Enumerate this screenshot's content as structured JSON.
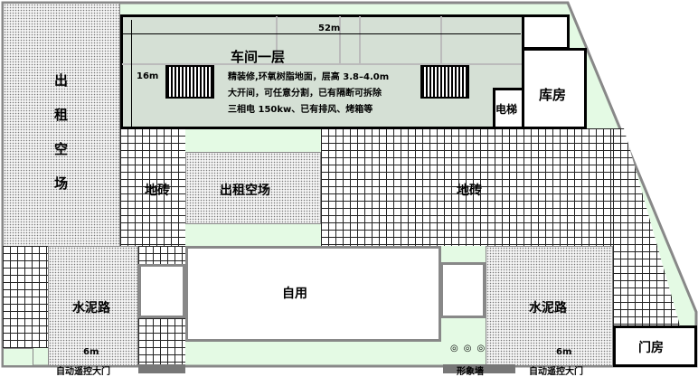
{
  "workshop": {
    "title": "车间一层",
    "width": "52m",
    "depth": "16m",
    "desc": [
      "精装修,环氧树脂地面，层高 3.8–4.0m",
      "大开间，可任意分割，已有隔断可拆除",
      "三相电 150kw、已有排风、烤箱等"
    ]
  },
  "rooms": {
    "storage": "库房",
    "elevator": "电梯",
    "rent_left": "出\n租\n空\n场",
    "rent_left_chars": [
      "出",
      "租",
      "空",
      "场"
    ],
    "rent_mid": "出租空场",
    "tile_left": "地砖",
    "tile_right": "地砖",
    "self_use": "自用",
    "road_left": "水泥路",
    "road_right": "水泥路",
    "gatehouse": "门房"
  },
  "gates": {
    "left_width": "6m",
    "left_label": "自动遥控大门",
    "right_width": "6m",
    "right_label": "自动遥控大门",
    "feature_wall": "形象墙",
    "wall_icons": [
      "◎",
      "◎",
      "◎"
    ]
  }
}
